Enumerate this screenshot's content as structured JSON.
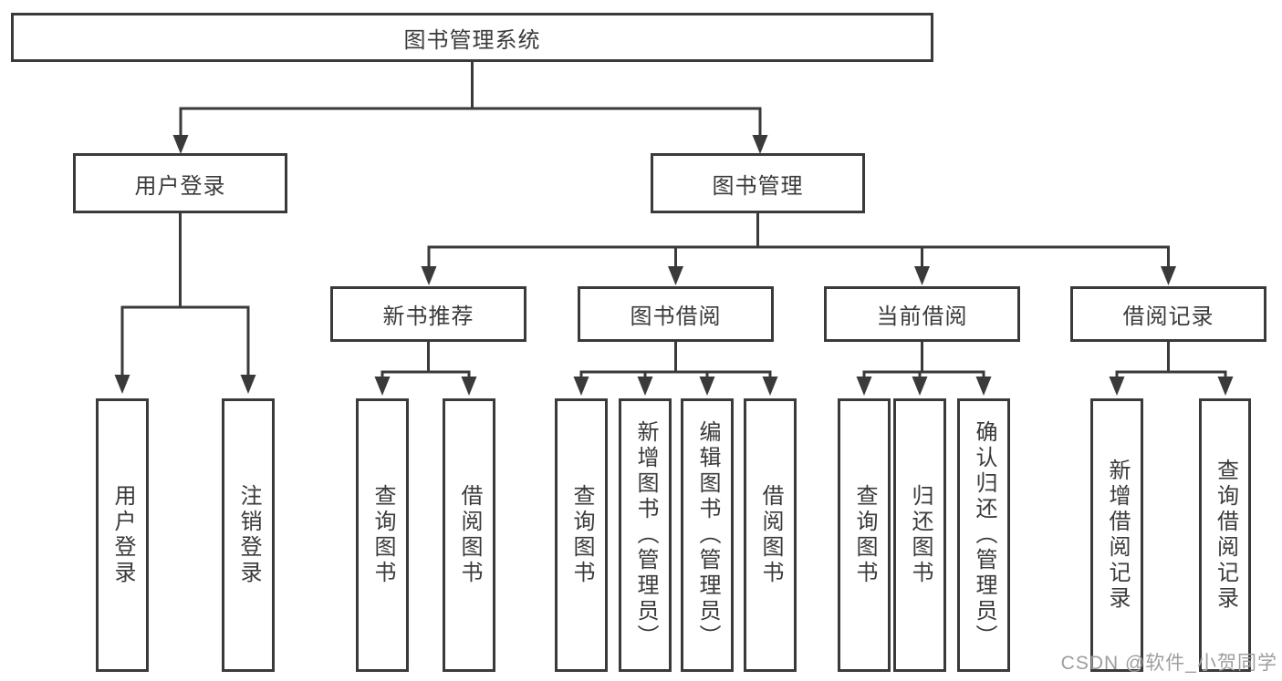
{
  "colors": {
    "line": "#3a3a3a",
    "text": "#3a3a3a",
    "watermark": "#9e9e9e",
    "background": "#ffffff"
  },
  "watermark": "CSDN @软件_小贺同学",
  "tree": {
    "root": "图书管理系统",
    "branches": [
      {
        "label": "用户登录",
        "children": [
          {
            "label": "用户登录"
          },
          {
            "label": "注销登录"
          }
        ]
      },
      {
        "label": "图书管理",
        "children": [
          {
            "label": "新书推荐",
            "children": [
              {
                "label": "查询图书"
              },
              {
                "label": "借阅图书"
              }
            ]
          },
          {
            "label": "图书借阅",
            "children": [
              {
                "label": "查询图书"
              },
              {
                "label": "新增图书（管理员）"
              },
              {
                "label": "编辑图书（管理员）"
              },
              {
                "label": "借阅图书"
              }
            ]
          },
          {
            "label": "当前借阅",
            "children": [
              {
                "label": "查询图书"
              },
              {
                "label": "归还图书"
              },
              {
                "label": "确认归还（管理员）"
              }
            ]
          },
          {
            "label": "借阅记录",
            "children": [
              {
                "label": "新增借阅记录"
              },
              {
                "label": "查询借阅记录"
              }
            ]
          }
        ]
      }
    ]
  }
}
